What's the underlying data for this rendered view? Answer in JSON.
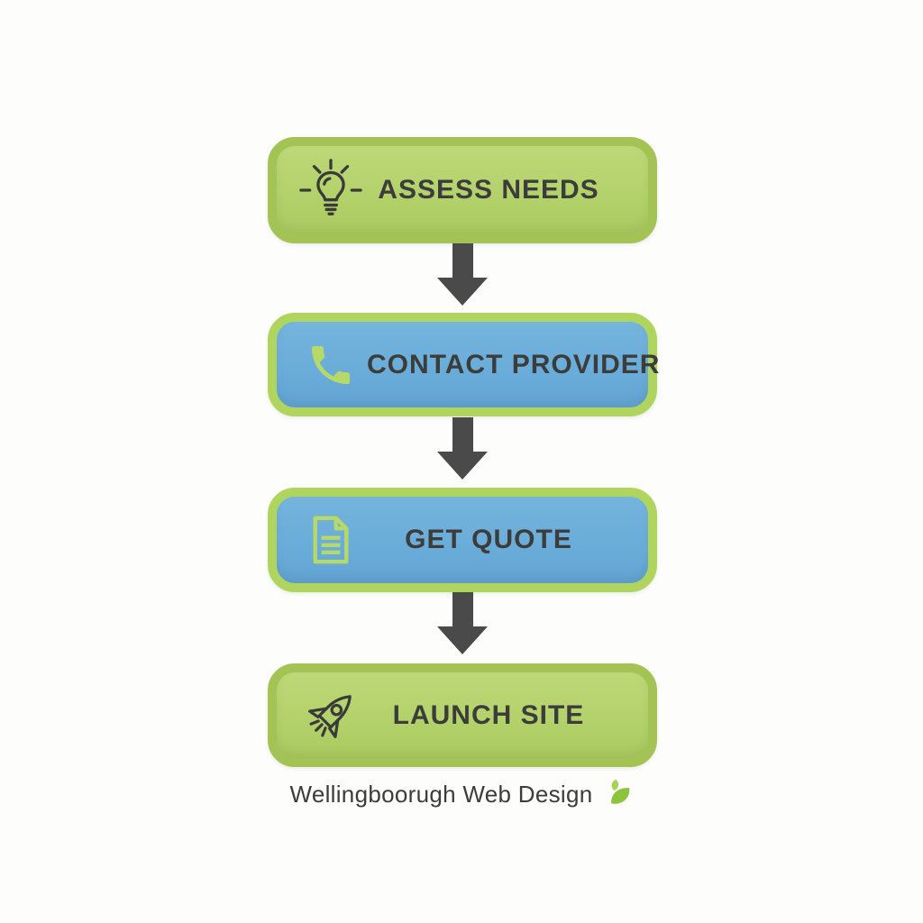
{
  "figure": {
    "type": "flowchart",
    "direction": "top-to-bottom",
    "background": "#fdfdfc"
  },
  "steps": [
    {
      "label": "ASSESS NEEDS",
      "icon": "lightbulb-icon",
      "variant": "green",
      "fill": "#b3d16a",
      "border": "#a3c355"
    },
    {
      "label": "CONTACT PROVIDER",
      "icon": "phone-icon",
      "variant": "blue",
      "fill": "#6aacd9",
      "border": "#b0d55e"
    },
    {
      "label": "GET QUOTE",
      "icon": "document-icon",
      "variant": "blue",
      "fill": "#6aacd9",
      "border": "#b0d55e"
    },
    {
      "label": "LAUNCH SITE",
      "icon": "rocket-icon",
      "variant": "green",
      "fill": "#b3d16a",
      "border": "#a3c355"
    }
  ],
  "connectors": {
    "count": 3,
    "direction": "down",
    "color": "#4a4a4a"
  },
  "footer": {
    "brand": "Wellingboorugh Web Design",
    "icon": "leaf-icon"
  },
  "colors": {
    "green_fill": "#b3d16a",
    "green_fill_light": "#bcd878",
    "green_fill_dark": "#a9c95f",
    "green_border": "#a3c355",
    "blue_fill": "#6aacd9",
    "blue_fill_light": "#74b4dd",
    "blue_fill_dark": "#62a3d2",
    "blue_border": "#b0d55e",
    "icon_green": "#b7d967",
    "icon_dark": "#3a3b38",
    "text_dark": "#3c3d3a",
    "arrow_color": "#4a4a4a",
    "leaf_green": "#8cc43e",
    "leaf_green_light": "#a7d257"
  }
}
